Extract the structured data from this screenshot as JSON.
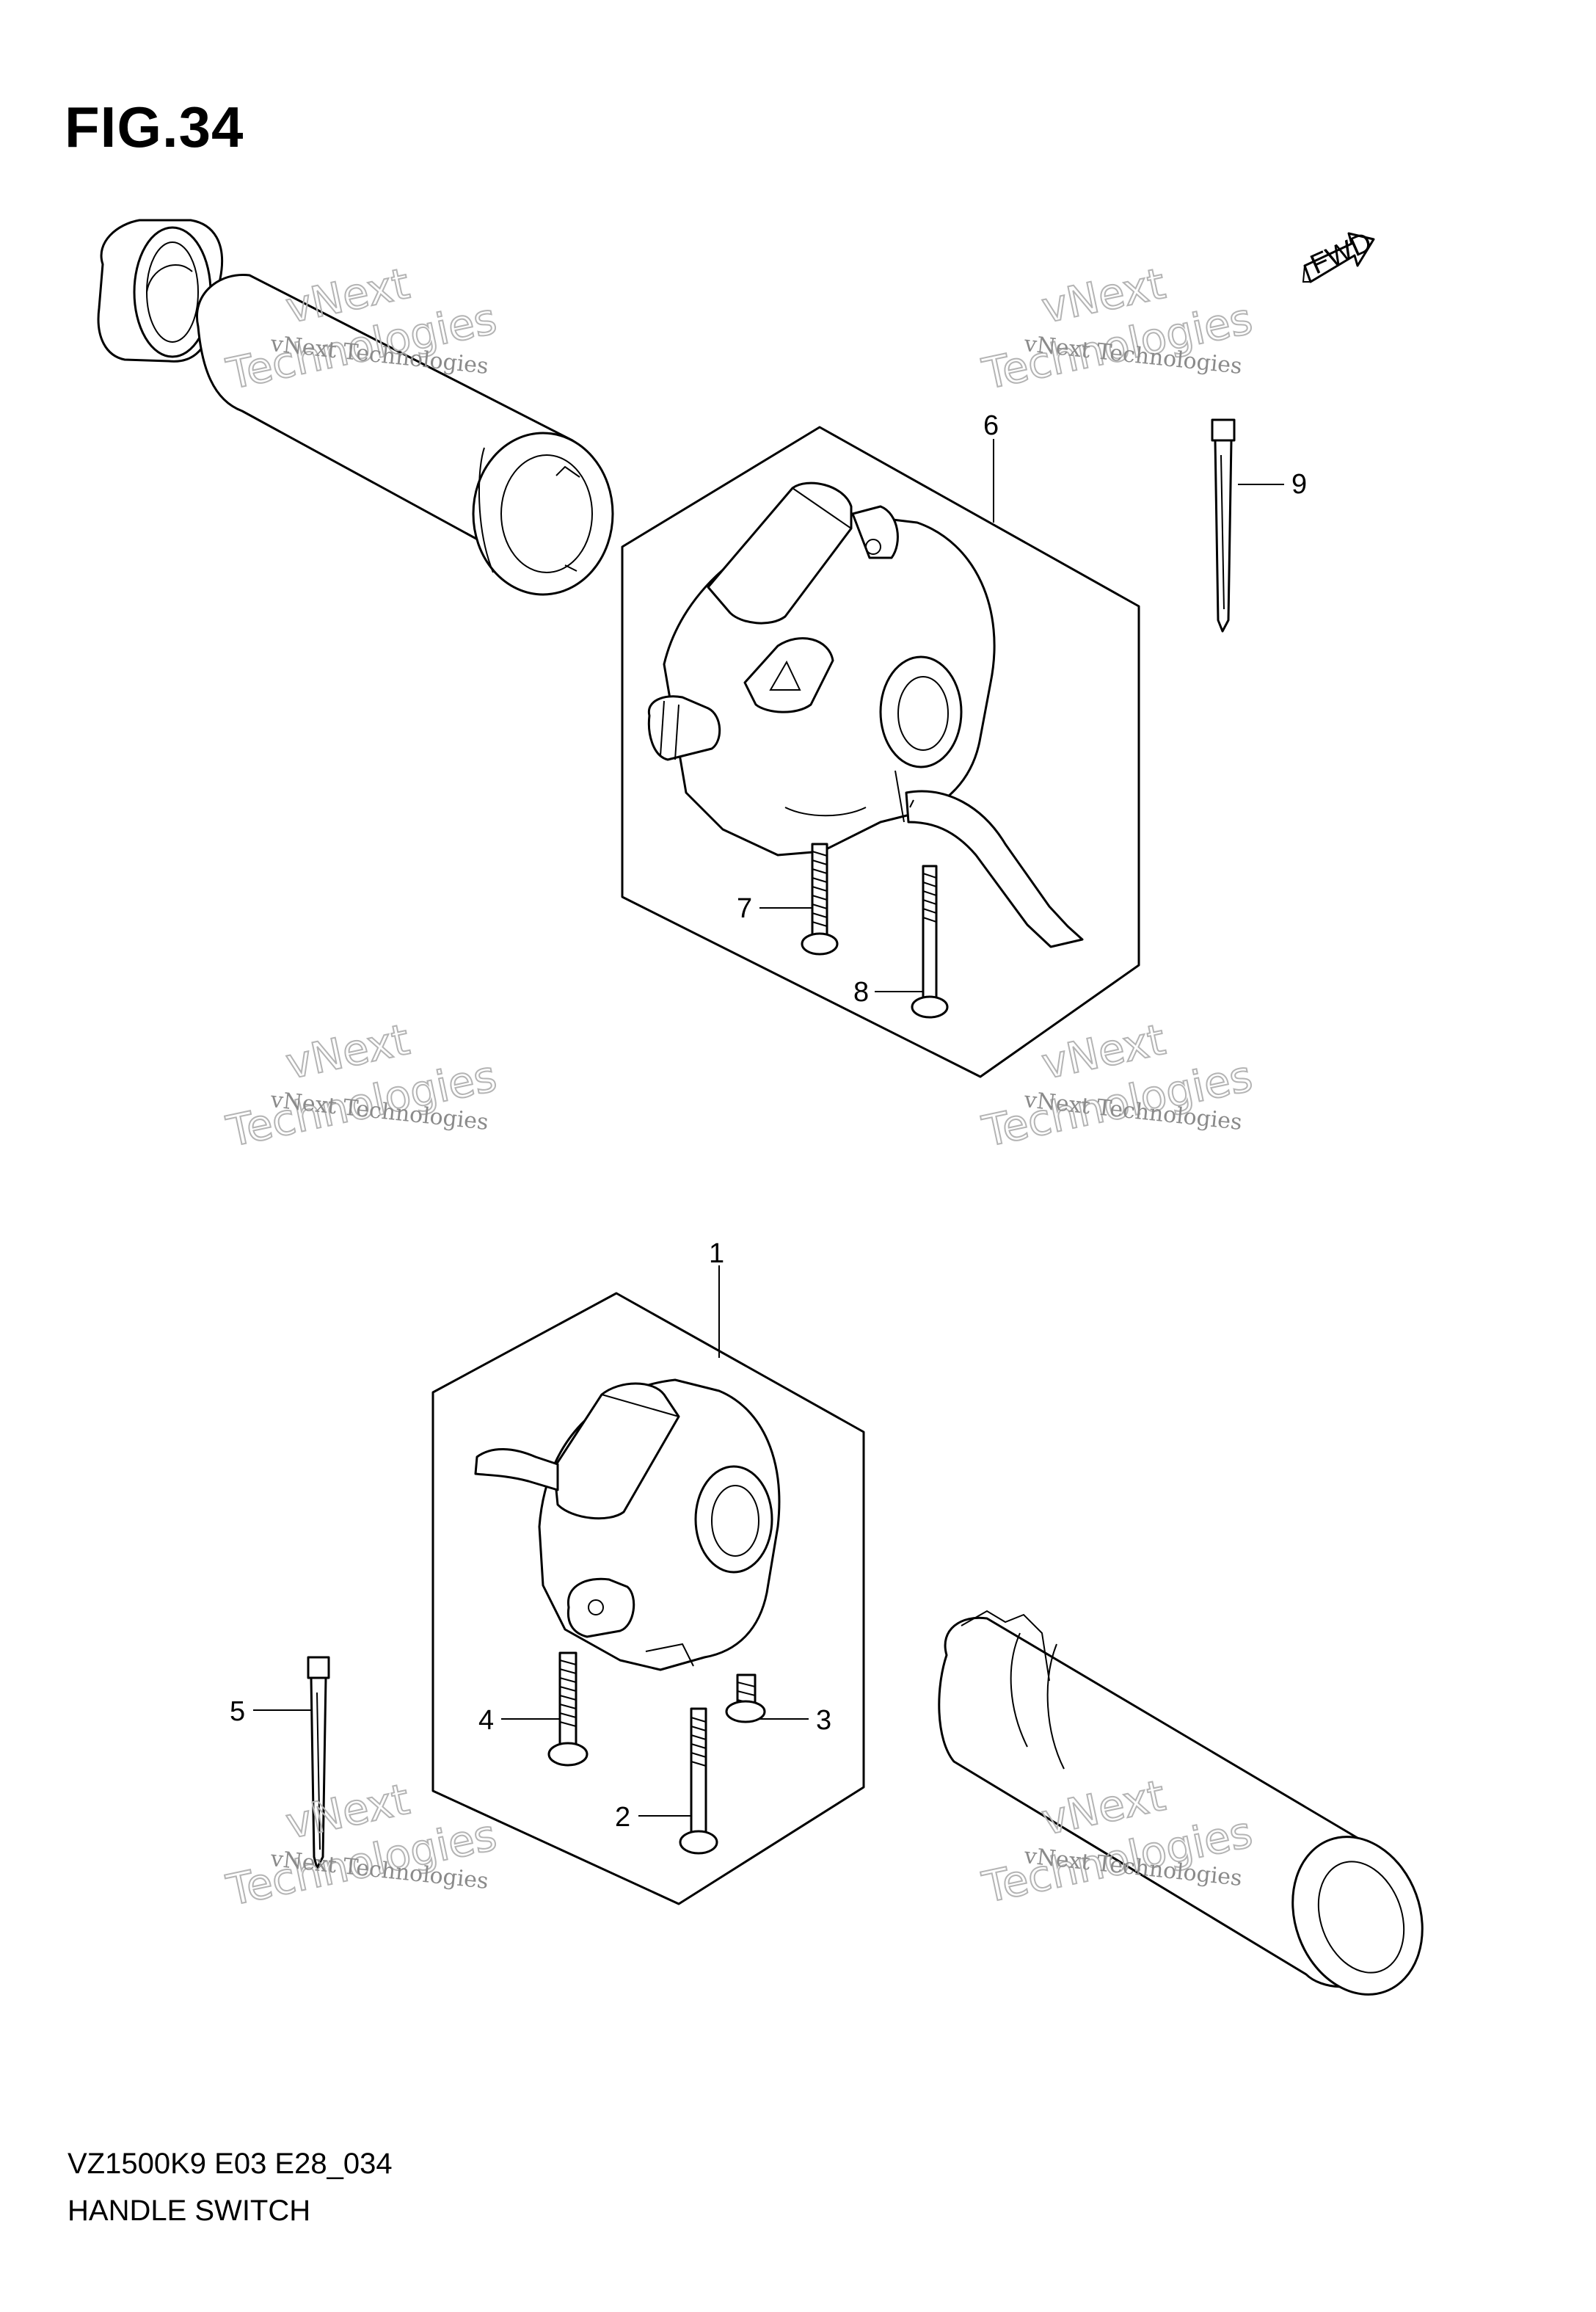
{
  "figure": {
    "title": "FIG.34",
    "model_code": "VZ1500K9 E03 E28_034",
    "section_name": "HANDLE SWITCH",
    "direction_label": "FWD"
  },
  "callouts": [
    {
      "id": "1",
      "label": "1"
    },
    {
      "id": "2",
      "label": "2"
    },
    {
      "id": "3",
      "label": "3"
    },
    {
      "id": "4",
      "label": "4"
    },
    {
      "id": "5",
      "label": "5"
    },
    {
      "id": "6",
      "label": "6"
    },
    {
      "id": "7",
      "label": "7"
    },
    {
      "id": "8",
      "label": "8"
    },
    {
      "id": "9",
      "label": "9"
    }
  ],
  "watermark": {
    "small": "vNext Technologies",
    "big_line1": "vNext",
    "big_line2": "Technologies"
  },
  "colors": {
    "ink": "#000000",
    "watermark": "#9a9a9a",
    "background": "#ffffff"
  }
}
